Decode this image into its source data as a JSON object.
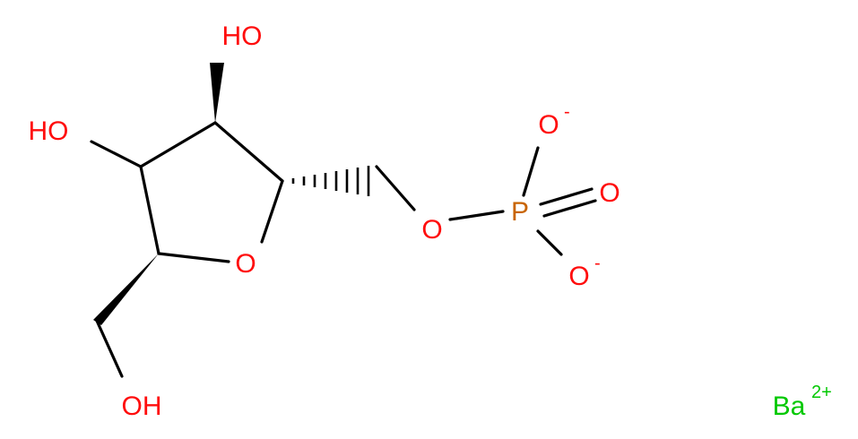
{
  "colors": {
    "bond": "#000000",
    "oxygen": "#ff0d0d",
    "phosphorus": "#c86400",
    "barium": "#00c800"
  },
  "atoms": {
    "oh_top": "HO",
    "oh_left": "HO",
    "ring_o": "O",
    "oh_bottom": "OH",
    "ester_o": "O",
    "p": "P",
    "o_top": "O",
    "o_right": "O",
    "o_bottom": "O",
    "ba": "Ba"
  },
  "charges": {
    "o_top": "-",
    "o_bottom": "-",
    "ba": "2+"
  }
}
